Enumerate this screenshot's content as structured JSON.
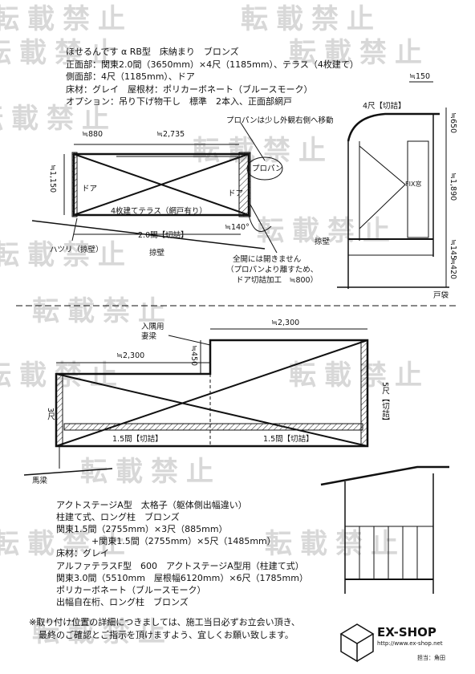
{
  "watermark": "転載禁止",
  "spec_top": {
    "line1": "ほせるんです α RB型　床納まり　ブロンズ",
    "line2": "正面部：関東2.0間（3650mm）×4尺（1185mm）、テラス（4枚建て）",
    "line3": "側面部：4尺（1185mm）、ドア",
    "line4": "床材：グレイ　屋根材：ポリカーボネート（ブルースモーク）",
    "line5": "オプション：吊り下げ物干し　標準　2本入、正面部網戸"
  },
  "plan_top": {
    "dim_880": "≒880",
    "dim_2735": "≒2,735",
    "dim_1150": "≒1,150",
    "door_left": "ドア",
    "door_right": "ドア",
    "terrace": "4枚建てテラス（網戸有り）",
    "width_label": "2.0間【切詰】",
    "angle": "≒140°",
    "propane_note": "プロパンは少し外観右側へ移動",
    "propane": "プロパン",
    "hatsuri": "ハツリ（掠壁）",
    "wall_bottom": "掠壁",
    "note_open1": "全開には開きません",
    "note_open2": "（プロパンより離すため、",
    "note_open3": "ドア切詰加工　≒800）"
  },
  "elevation_top": {
    "dim_150": "≒150",
    "depth_label": "4尺【切詰】",
    "dim_650": "≒650",
    "dim_1890": "≒1,890",
    "fix": "FIX窓",
    "wall": "掠壁",
    "dim_145": "≒145",
    "dim_420": "≒420",
    "tobukuro": "戸袋"
  },
  "plan_bottom": {
    "corner_beam1": "入隅用",
    "corner_beam2": "妻梁",
    "dim_2300_top": "≒2,300",
    "dim_2300_left": "≒2,300",
    "dim_450": "≒450",
    "left_depth": "3尺",
    "right_depth": "5尺【切詰】",
    "width_a": "1.5間【切詰】",
    "width_b": "1.5間【切詰】",
    "umabari": "馬梁"
  },
  "spec_bottom": {
    "line1": "アクトステージA型　太格子（躯体側出幅違い）",
    "line2": "柱建て式、ロング柱　ブロンズ",
    "line3": "関東1.5間（2755mm）×3尺（885mm）",
    "line4": "+関東1.5間（2755mm）×5尺（1485mm）",
    "line5": "床材：グレイ",
    "line6": "アルファテラスF型　600　アクトステージA型用（柱建て式）",
    "line7": "関東3.0間（5510mm　屋根幅6120mm）×6尺（1785mm）",
    "line8": "ポリカーボネート（ブルースモーク）",
    "line9": "出幅自在桁、ロング柱　ブロンズ"
  },
  "footer": {
    "note1": "※取り付け位置の詳細につきましては、施工当日必ずお立会い頂き、",
    "note2": "最終のご確認とご指示を頂けますよう、宜しくお願い致します。",
    "brand": "EX-SHOP",
    "url": "http://www.ex-shop.net",
    "staff": "担当：角田"
  }
}
